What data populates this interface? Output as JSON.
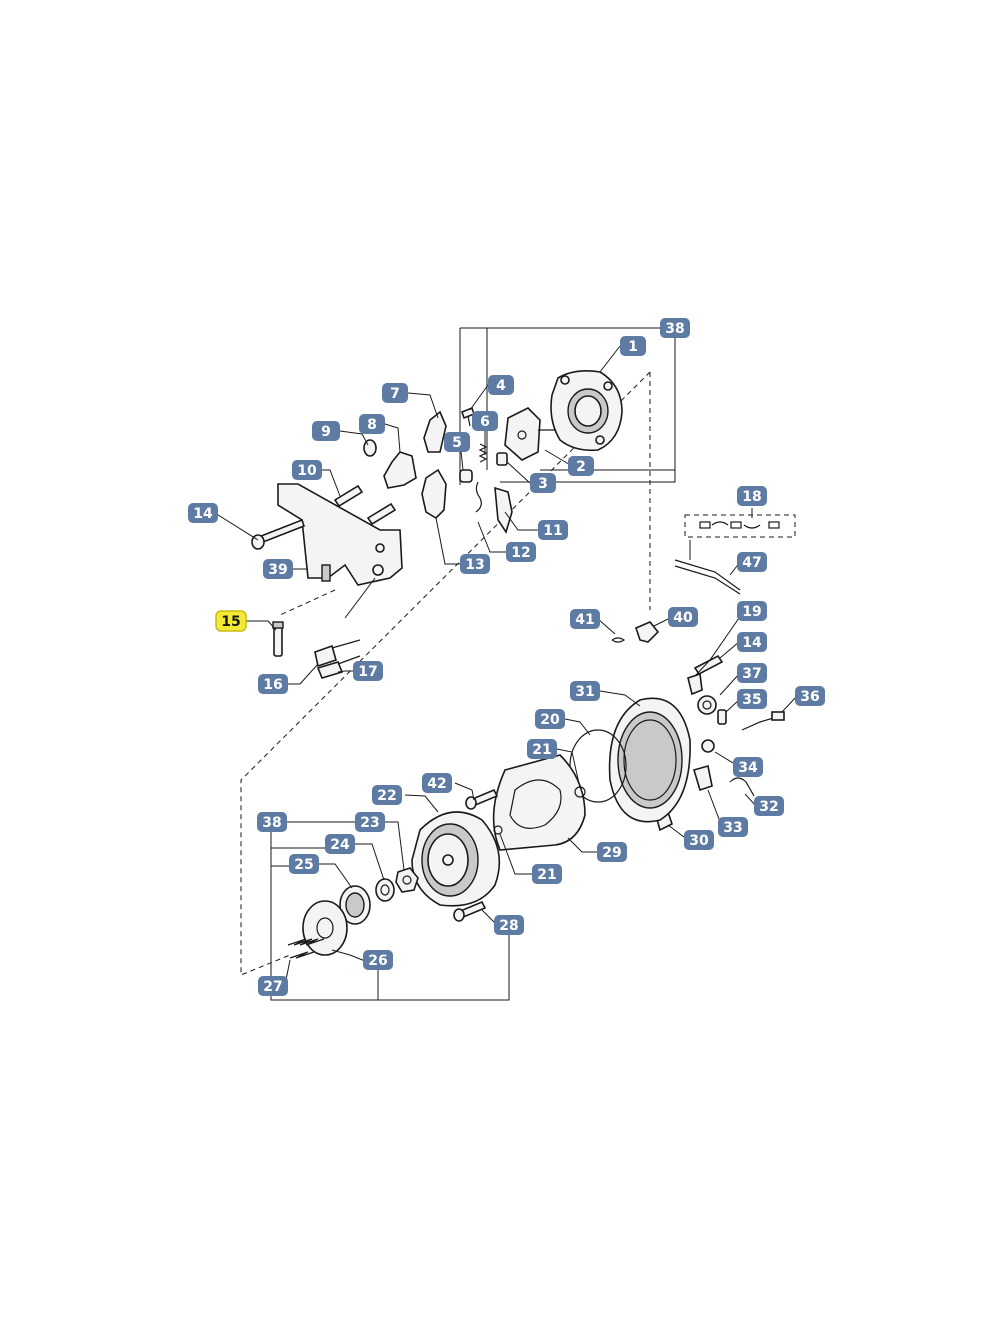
{
  "diagram": {
    "label_color": "#5d7ba3",
    "highlight_color": "#f2ea35",
    "highlighted_label": "15",
    "labels": [
      "1",
      "2",
      "3",
      "4",
      "5",
      "6",
      "7",
      "8",
      "9",
      "10",
      "11",
      "12",
      "13",
      "14",
      "14",
      "15",
      "16",
      "17",
      "18",
      "19",
      "20",
      "21",
      "21",
      "22",
      "23",
      "24",
      "25",
      "26",
      "27",
      "28",
      "29",
      "30",
      "31",
      "32",
      "33",
      "34",
      "35",
      "36",
      "37",
      "38",
      "38",
      "39",
      "40",
      "41",
      "42",
      "47"
    ]
  }
}
